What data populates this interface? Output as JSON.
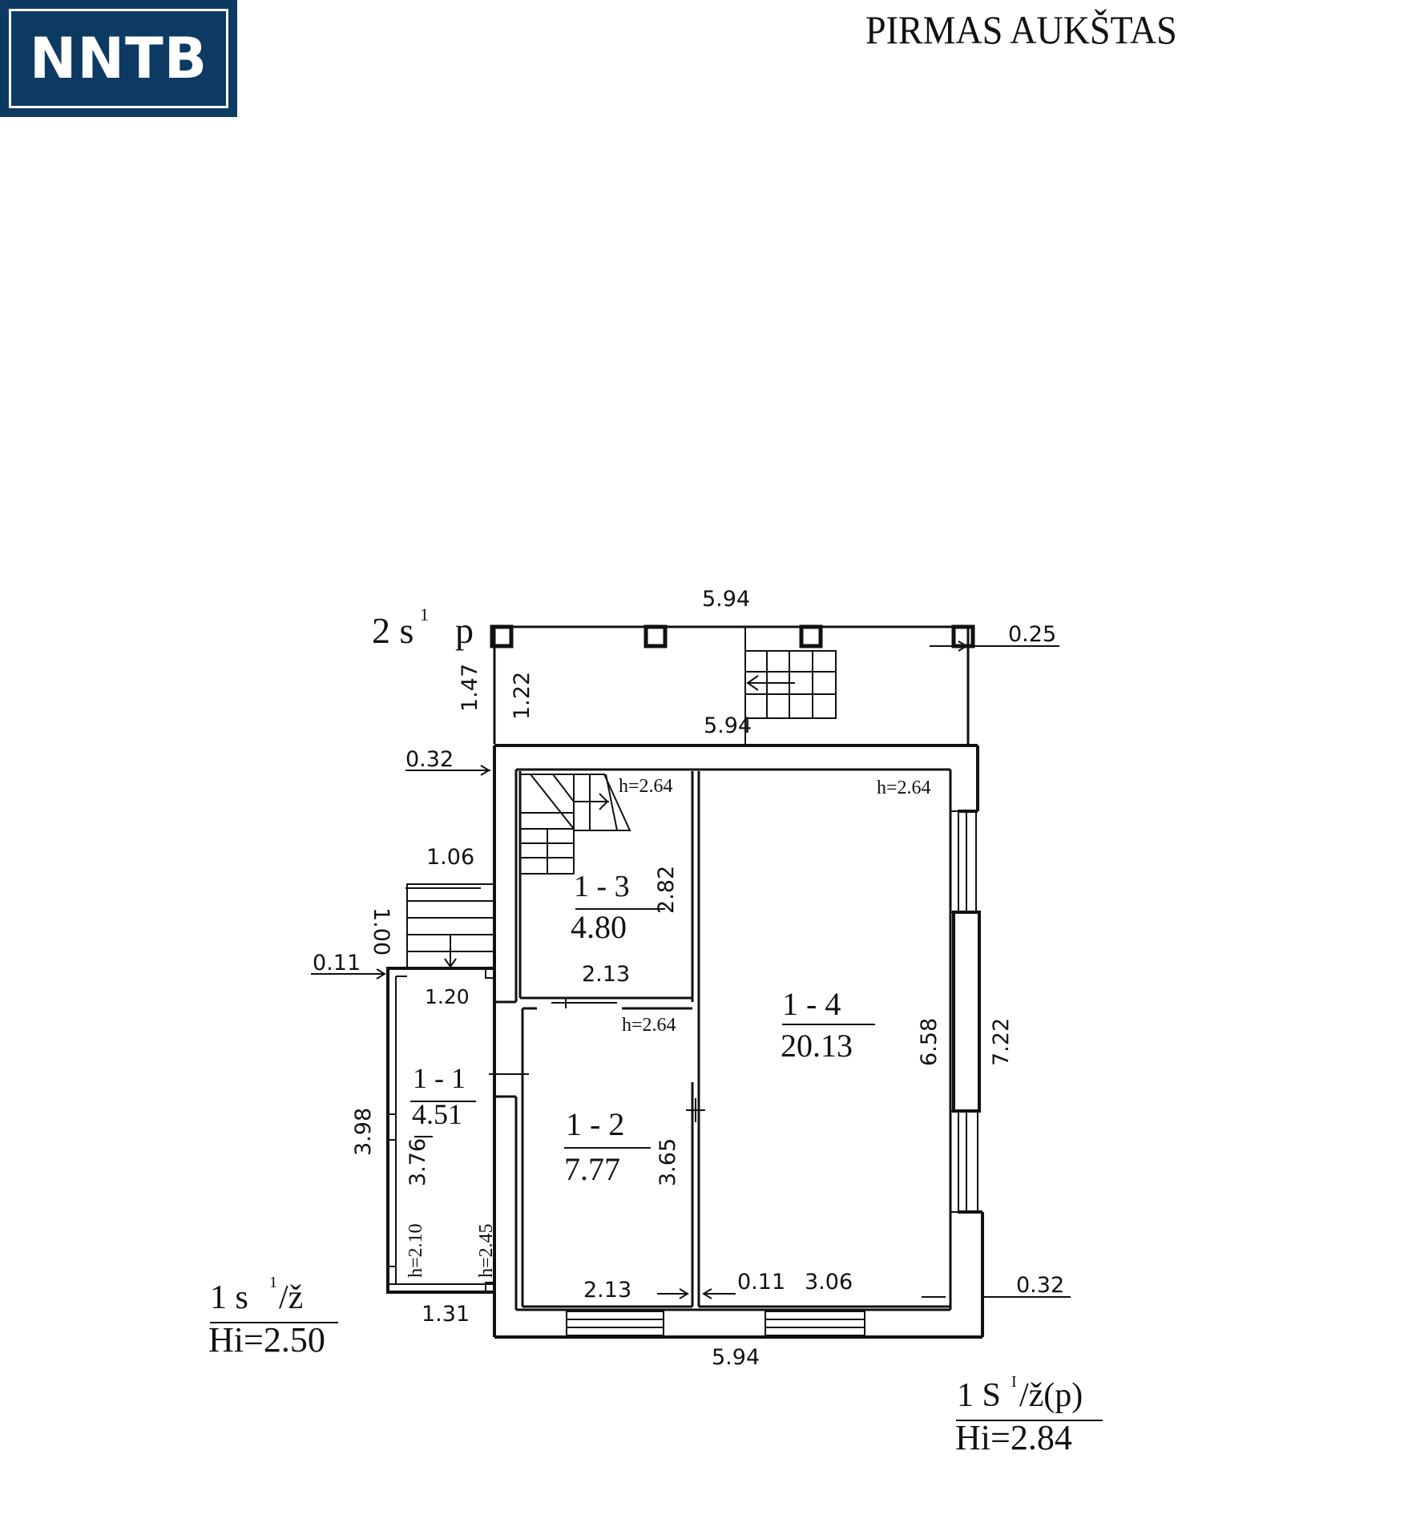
{
  "logo": {
    "text": "NNTB",
    "colors": {
      "background": "#0d3a63",
      "text": "#ffffff"
    }
  },
  "title": "PIRMAS AUKŠTAS",
  "terrace": {
    "label": "2 s",
    "label_sup": "1",
    "label_suffix": "p"
  },
  "rooms": [
    {
      "id": "1 - 1",
      "area": "4.51"
    },
    {
      "id": "1 - 2",
      "area": "7.77"
    },
    {
      "id": "1 - 3",
      "area": "4.80"
    },
    {
      "id": "1 - 4",
      "area": "20.13"
    }
  ],
  "dimensions": {
    "top_total": "5.94",
    "terrace_inner_width": "5.94",
    "terrace_post": "0.25",
    "terrace_depth_outer": "1.47",
    "terrace_depth_inner": "1.22",
    "wall_left": "0.32",
    "entry_steps_width": "1.06",
    "entry_steps_depth": "1.00",
    "vestibule_wall": "0.11",
    "vestibule_width": "1.20",
    "vestibule_outer_height": "3.98",
    "vestibule_inner_height": "3.76",
    "vestibule_h_left": "h=2.10",
    "vestibule_h_right": "h=2.45",
    "vestibule_bottom_width": "1.31",
    "room13_height": "2.82",
    "room13_width": "2.13",
    "room13_h": "h=2.64",
    "room12_h": "h=2.64",
    "room12_height": "3.65",
    "room12_width": "2.13",
    "room14_h": "h=2.64",
    "room14_height": "6.58",
    "outer_height_right": "7.22",
    "partition": "0.11",
    "room14_width": "3.06",
    "wall_right": "0.32",
    "bottom_total": "5.94"
  },
  "legend_left": {
    "line1_a": "1 s",
    "line1_sup": "1",
    "line1_b": "/ž",
    "line2": "Hi=2.50"
  },
  "legend_right": {
    "line1_a": "1 S",
    "line1_sup": "I",
    "line1_b": "/ž(p)",
    "line2": "Hi=2.84"
  }
}
